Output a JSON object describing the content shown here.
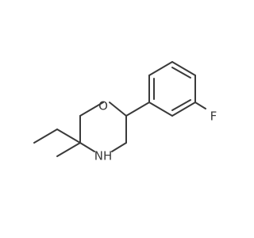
{
  "molecule": {
    "atoms": {
      "oxygen": "O",
      "nitrogen": "NH",
      "fluorine": "F"
    },
    "colors": {
      "bond": "#3a3a3a",
      "background": "#ffffff"
    }
  }
}
